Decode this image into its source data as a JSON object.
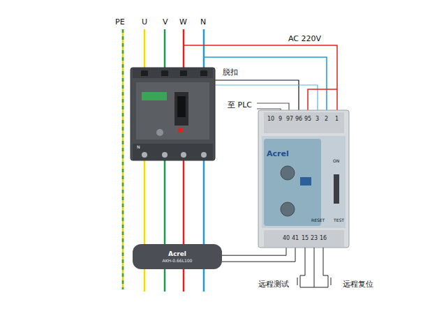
{
  "diagram": {
    "nodes": [
      {
        "text": [
          "Acrel"
        ]
      },
      {
        "text": [
          "Acrel",
          "AKH-0.66L100"
        ]
      }
    ],
    "edges": [
      {
        "from": 1,
        "to": 0,
        "arrow": "none"
      }
    ],
    "labels": [
      "PE",
      "U",
      "V",
      "W",
      "N",
      "AC 220V",
      "脱扣",
      "至 PLC",
      "10",
      "9",
      "97",
      "96",
      "95",
      "3",
      "2",
      "1",
      "40",
      "41",
      "15",
      "23",
      "16",
      "远程测试",
      "远程复位",
      "N",
      "ON",
      "RESET",
      "TEST"
    ]
  }
}
